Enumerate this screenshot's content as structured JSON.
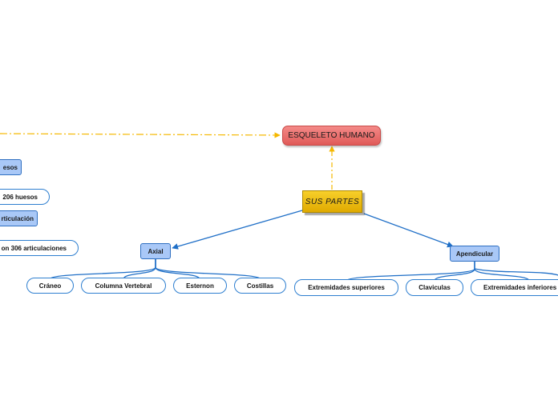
{
  "root": {
    "label": "ESQUELETO HUMANO"
  },
  "center": {
    "label": "SUS PARTES"
  },
  "axial": {
    "label": "Axial",
    "children": [
      "Cráneo",
      "Columna Vertebral",
      "Esternon",
      "Costillas"
    ]
  },
  "apendicular": {
    "label": "Apendicular",
    "children": [
      "Extremidades superiores",
      "Claviculas",
      "Extremidades inferiores"
    ]
  },
  "left_branch": {
    "huesos": "esos",
    "huesos_count": "206 huesos",
    "articulacion": "rticulación",
    "articulaciones_count": "on 306 articulaciones"
  },
  "colors": {
    "root_fill": "#e8706e",
    "center_fill": "#f0c000",
    "category_fill": "#a9c8f7",
    "connector_blue": "#1f6fc7",
    "connector_dashed": "#f5b800"
  }
}
